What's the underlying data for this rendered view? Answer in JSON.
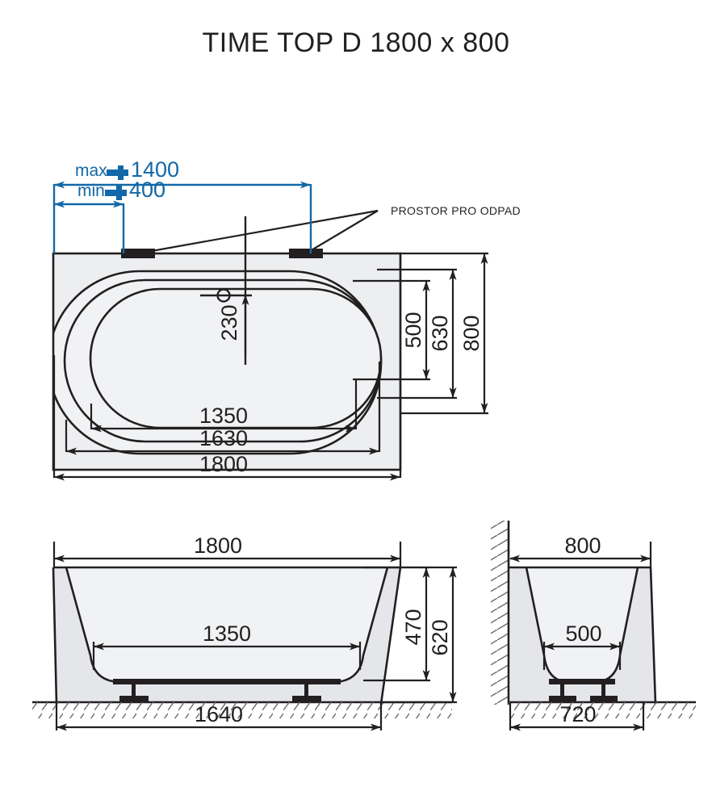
{
  "title": "TIME TOP D 1800 x 800",
  "product": {
    "name": "TIME TOP D",
    "width_mm": "1800",
    "depth_mm": "800"
  },
  "colors": {
    "line": "#231f20",
    "accent_blue": "#1268a8",
    "fill_light": "#f1f2f4",
    "fill_mid": "#e4e6e9",
    "background": "#ffffff"
  },
  "annotations": {
    "drain_space_label": "PROSTOR PRO ODPAD",
    "faucet_max_prefix": "max",
    "faucet_max_value": "1400",
    "faucet_min_prefix": "min",
    "faucet_min_value": "400",
    "faucet_icon": "faucet-icon"
  },
  "views": {
    "top": {
      "name": "top-view",
      "dimensions": {
        "overall_length": "1800",
        "inner_length_outer": "1630",
        "inner_length": "1350",
        "overall_width": "800",
        "inner_width_outer": "630",
        "inner_width": "500",
        "drain_offset": "230"
      }
    },
    "front": {
      "name": "front-elevation",
      "dimensions": {
        "overall_length": "1800",
        "inner_length": "1350",
        "inner_height": "470",
        "overall_height": "620",
        "foot_span": "1640"
      }
    },
    "side": {
      "name": "side-elevation",
      "dimensions": {
        "overall_width": "800",
        "inner_width": "500",
        "foot_span": "720"
      }
    }
  }
}
